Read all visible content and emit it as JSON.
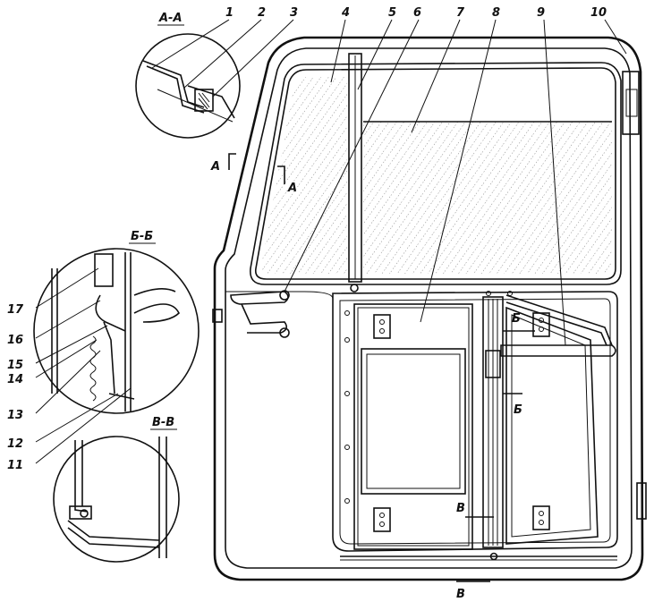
{
  "callouts": [
    "1",
    "2",
    "3",
    "4",
    "5",
    "6",
    "7",
    "8",
    "9",
    "10",
    "11",
    "12",
    "13",
    "14",
    "15",
    "16",
    "17"
  ],
  "sections": {
    "aa_title": "А-А",
    "bb_title": "Б-Б",
    "vv_title": "В-В",
    "mark_a": "А",
    "mark_b": "Б",
    "mark_v": "В"
  },
  "colors": {
    "ink": "#111111",
    "paper": "#ffffff"
  }
}
